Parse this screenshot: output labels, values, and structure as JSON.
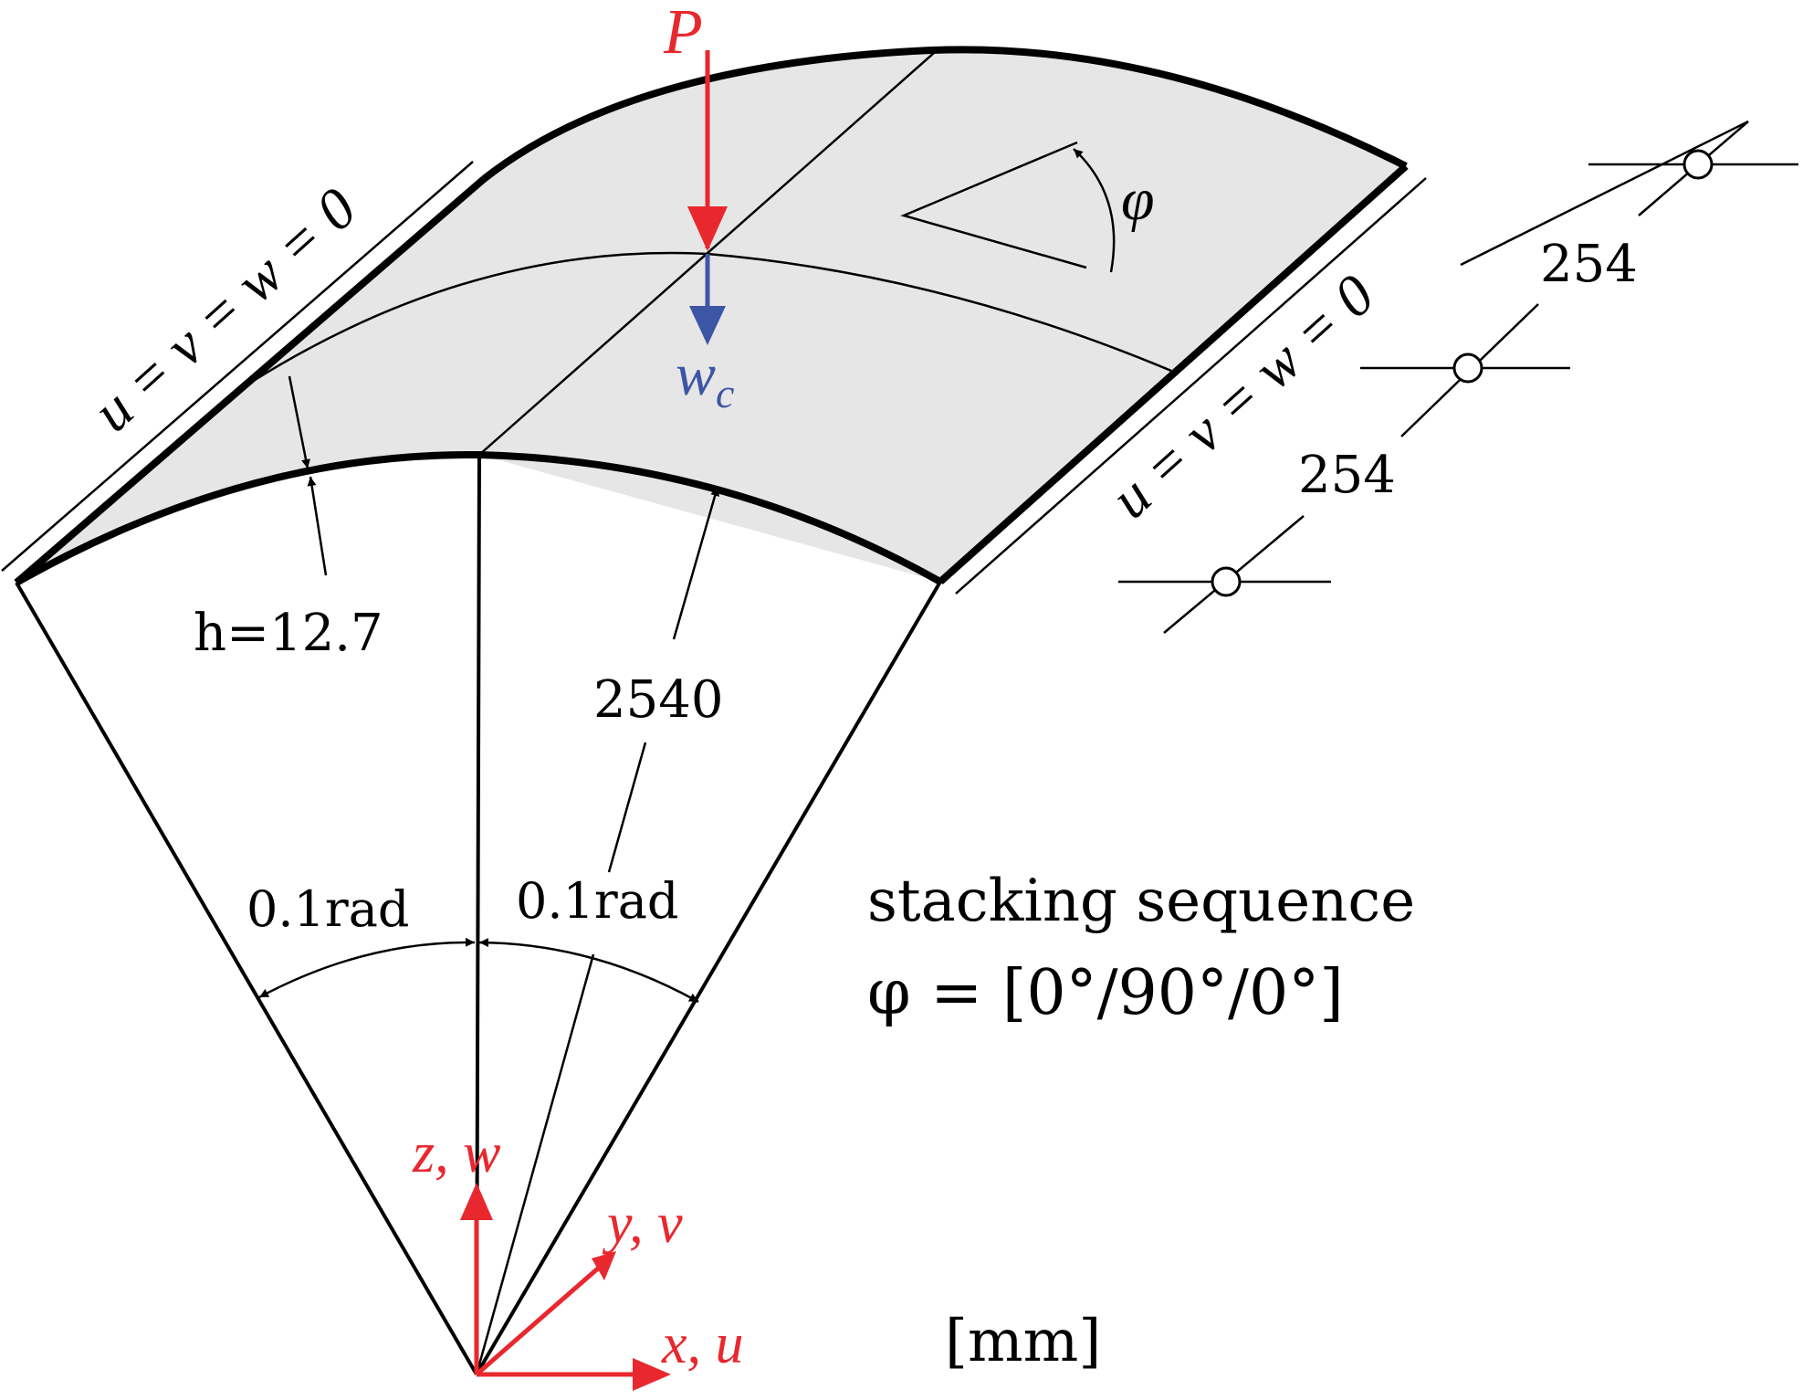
{
  "labels": {
    "load": "P",
    "deflection_base": "w",
    "deflection_sub": "c",
    "fiber_angle": "φ",
    "bc_left": "u = v = w = 0",
    "bc_right": "u = v = w = 0",
    "thickness": "h=12.7",
    "radius": "2540",
    "angle_left": "0.1rad",
    "angle_right": "0.1rad",
    "dim_upper": "254",
    "dim_lower": "254",
    "stacking_title": "stacking sequence",
    "stacking_value": "φ = [0°/90°/0°]",
    "units": "[mm]",
    "axis_z": "z, w",
    "axis_y": "y, v",
    "axis_x": "x, u"
  },
  "colors": {
    "load": "#e8282e",
    "deflection": "#3d55a5",
    "axes": "#e8282e",
    "panel_fill": "#e6e6e6",
    "ink": "#000000"
  }
}
